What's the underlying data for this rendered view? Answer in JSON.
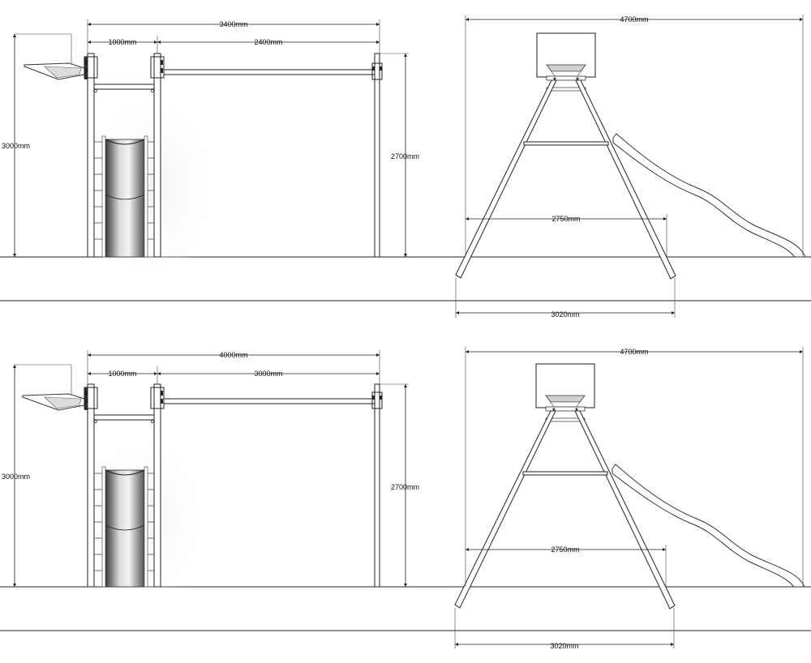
{
  "panels": [
    {
      "front": {
        "overall_width": "3400mm",
        "tower_width": "1000mm",
        "bar_span": "2400mm",
        "height_hoop": "3000mm",
        "height_bar": "2700mm"
      },
      "side": {
        "overall_width": "4700mm",
        "inner_width": "2750mm",
        "base_width": "3020mm"
      }
    },
    {
      "front": {
        "overall_width": "4000mm",
        "tower_width": "1000mm",
        "bar_span": "3000mm",
        "height_hoop": "3000mm",
        "height_bar": "2700mm"
      },
      "side": {
        "overall_width": "4700mm",
        "inner_width": "2750mm",
        "base_width": "3020mm"
      }
    }
  ]
}
